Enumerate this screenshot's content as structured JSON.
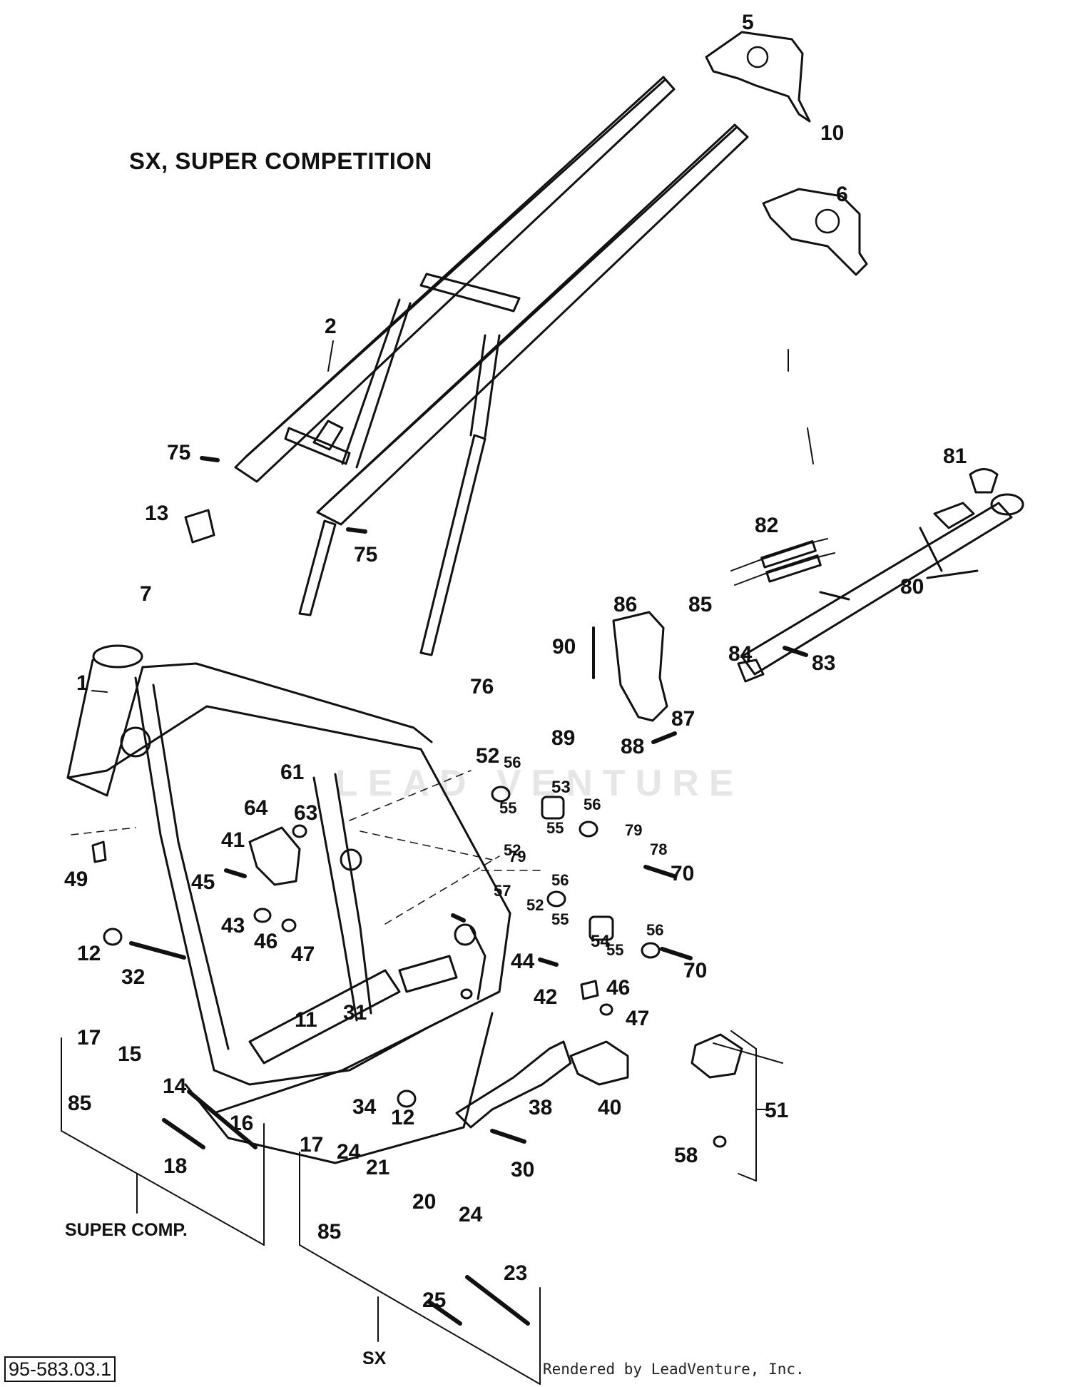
{
  "diagram": {
    "title": "SX, SUPER COMPETITION",
    "doc_id": "95-583.03.1",
    "credit": "Rendered by LeadVenture, Inc.",
    "watermark": "LEAD VENTURE",
    "groups": {
      "super_comp": "SUPER COMP.",
      "sx": "SX"
    }
  },
  "callouts": [
    "1",
    "2",
    "5",
    "6",
    "7",
    "10",
    "11",
    "12",
    "12",
    "13",
    "14",
    "15",
    "16",
    "17",
    "17",
    "18",
    "20",
    "21",
    "23",
    "24",
    "24",
    "25",
    "30",
    "31",
    "32",
    "34",
    "38",
    "40",
    "41",
    "42",
    "43",
    "44",
    "45",
    "46",
    "46",
    "47",
    "47",
    "49",
    "51",
    "52",
    "52",
    "52",
    "53",
    "54",
    "55",
    "55",
    "55",
    "55",
    "56",
    "56",
    "56",
    "56",
    "57",
    "58",
    "61",
    "63",
    "64",
    "70",
    "70",
    "75",
    "75",
    "76",
    "78",
    "79",
    "79",
    "80",
    "81",
    "82",
    "83",
    "84",
    "85",
    "85",
    "85",
    "86",
    "87",
    "88",
    "89",
    "90"
  ]
}
